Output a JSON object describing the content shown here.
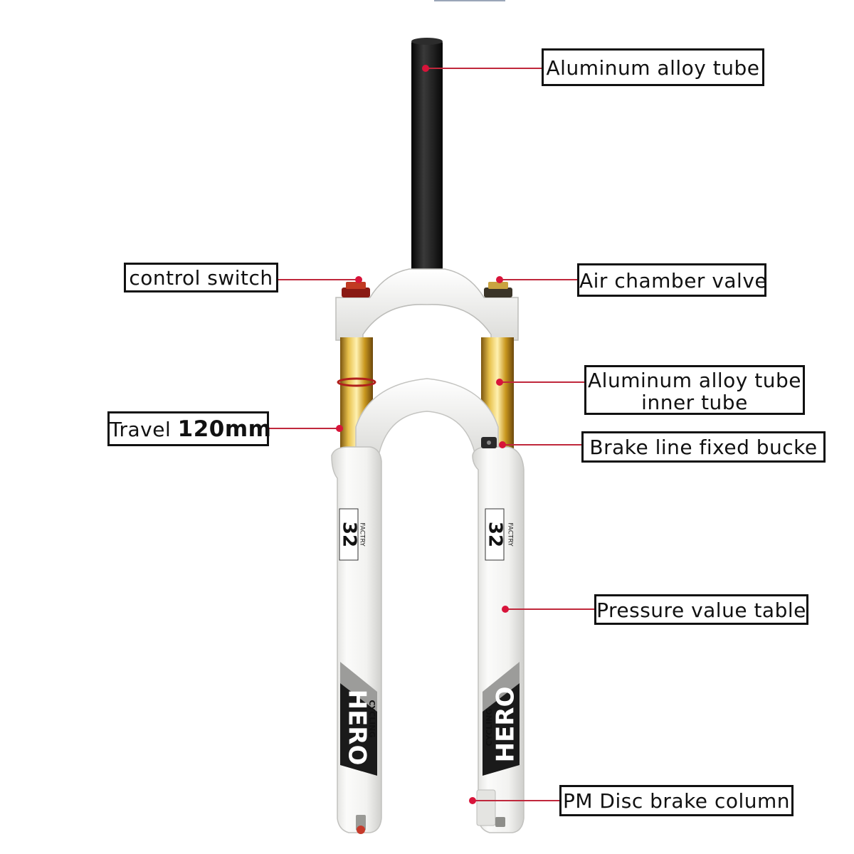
{
  "labels": {
    "steerer": "Aluminum alloy tube",
    "control": "control switch",
    "valve": "Air chamber valve",
    "inner_line1": "Aluminum alloy tube",
    "inner_line2": "inner tube",
    "travel_prefix": "Travel",
    "travel_value": "120mm",
    "brake_line": "Brake line fixed bucke",
    "pressure": "Pressure value table",
    "disc": "PM Disc brake column"
  },
  "decals": {
    "number": "32",
    "factory": "FACTRY",
    "brand": "HERO",
    "brand_sub": "CYCLING"
  },
  "colors": {
    "leader": "#c0283c",
    "dot": "#d8143a",
    "stanchion": "#c9971e",
    "body": "#f4f4f2",
    "steerer": "#1c1c1c"
  }
}
